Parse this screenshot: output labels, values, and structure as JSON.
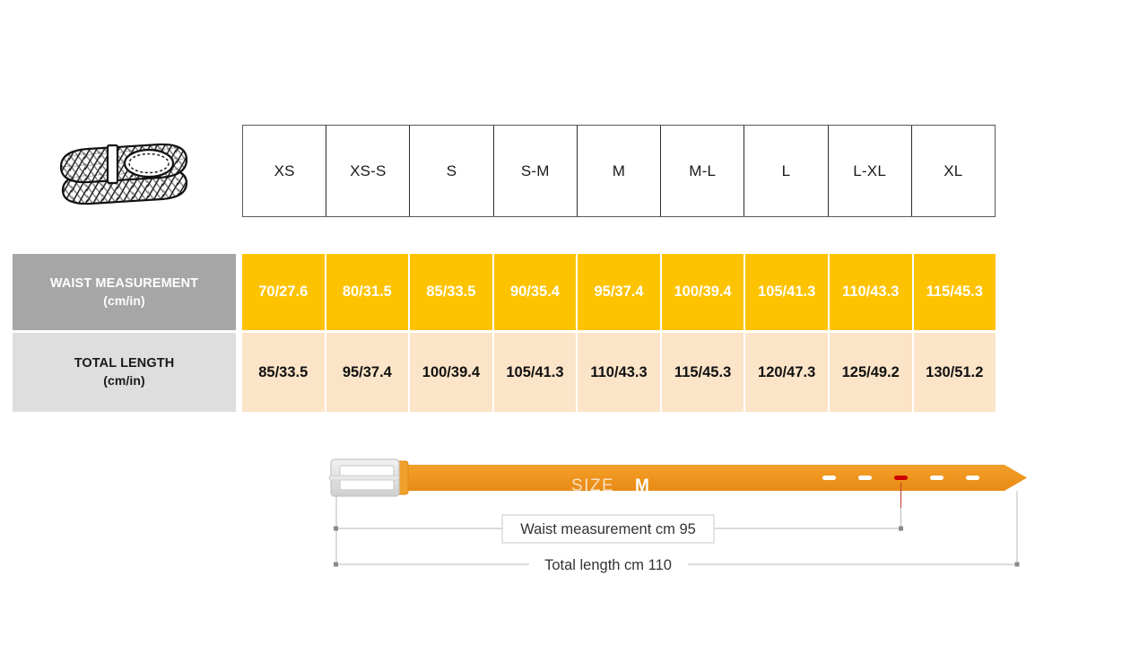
{
  "product_icon": {
    "name": "braided-belt-icon",
    "alt": "braided woven belt"
  },
  "size_table": {
    "sizes": [
      "XS",
      "XS-S",
      "S",
      "S-M",
      "M",
      "M-L",
      "L",
      "L-XL",
      "XL"
    ],
    "rows": [
      {
        "label_line1": "WAIST MEASUREMENT",
        "label_line2": "(cm/in)",
        "values": [
          "70/27.6",
          "80/31.5",
          "85/33.5",
          "90/35.4",
          "95/37.4",
          "100/39.4",
          "105/41.3",
          "110/43.3",
          "115/45.3"
        ],
        "label_bg": "#a6a6a6",
        "label_color": "#ffffff",
        "cell_bg": "#fdc300",
        "cell_color": "#ffffff"
      },
      {
        "label_line1": "TOTAL LENGTH",
        "label_line2": "(cm/in)",
        "values": [
          "85/33.5",
          "95/37.4",
          "100/39.4",
          "105/41.3",
          "110/43.3",
          "115/45.3",
          "120/47.3",
          "125/49.2",
          "130/51.2"
        ],
        "label_bg": "#dedede",
        "label_color": "#1a1a1a",
        "cell_bg": "#fce4c8",
        "cell_color": "#111111"
      }
    ]
  },
  "belt_diagram": {
    "size_caption_label": "SIZE",
    "size_caption_value": "M",
    "waist_dimension_label": "Waist measurement cm 95",
    "total_dimension_label": "Total length cm 110",
    "belt_color": "#ed9121",
    "buckle_color": "#dcdcdc",
    "active_hole_color": "#cc0000",
    "hole_count": 5,
    "active_hole_index": 3
  }
}
